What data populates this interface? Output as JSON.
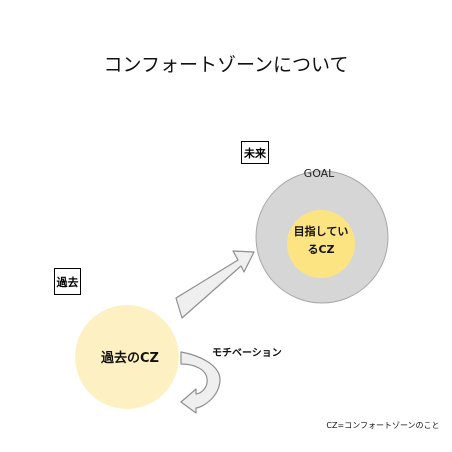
{
  "title": "コンフォートゾーンについて",
  "labels": {
    "future": "未来",
    "past": "過去"
  },
  "goal": {
    "outer_label": "GOAL",
    "inner_line1": "目指してい",
    "inner_line2": "るCZ"
  },
  "past_cz": {
    "label": "過去のCZ"
  },
  "motivation": {
    "label": "モチベーション"
  },
  "footnote": "CZ=コンフォートゾーンのこと",
  "colors": {
    "outer_circle_fill": "#d6d6d6",
    "outer_circle_stroke": "#a8a8a8",
    "inner_circle_fill": "#fce482",
    "past_circle_fill": "#fdf1c4",
    "arrow_fill": "#efefef",
    "arrow_stroke": "#8f8f8f"
  }
}
